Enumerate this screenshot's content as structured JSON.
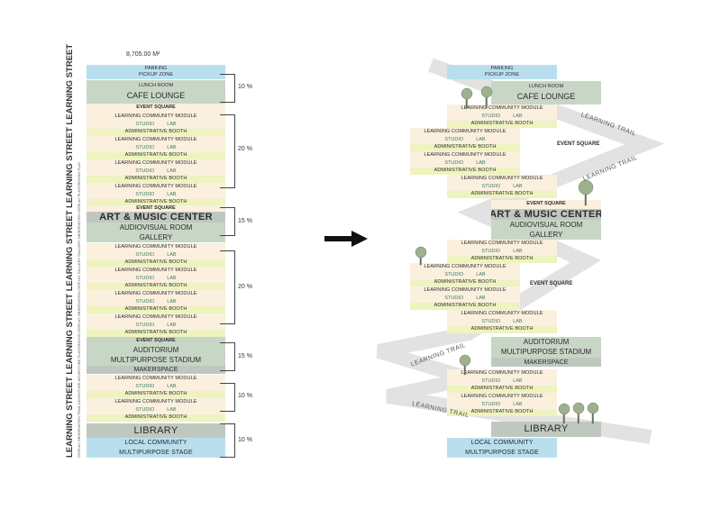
{
  "area_label": "8,705.00 M²",
  "side_labels": {
    "big": "LEARNING STREET LEARNING STREET LEARNING STREET LEARNING STREET LEARNING STREET",
    "small": "DISPLAY OBSERVATION TRAIL ADVENTURE ADVENTURE PLAYGROUND DISPLAY OBSERVATION DISPLAY GALLERY GALLERY OBSERVATION DISPLAY PLAYGROUND PLAY"
  },
  "left_blocks": [
    {
      "text": "PARKING",
      "sub": "PICKUP ZONE"
    },
    {
      "text": "LUNCH ROOM",
      "sub": "CAFE LOUNGE"
    },
    {
      "text": "EVENT SQUARE"
    },
    {
      "text": "LEARNING COMMUNITY MODULE"
    },
    {
      "studio": "STUDIO",
      "lab": "LAB"
    },
    {
      "text": "ADMINISTRATIVE BOOTH"
    },
    {
      "text": "ART & MUSIC CENTER"
    },
    {
      "text": "AUDIOVISUAL ROOM"
    },
    {
      "text": "GALLERY"
    },
    {
      "text": "AUDITORIUM"
    },
    {
      "text": "MULTIPURPOSE STADIUM"
    },
    {
      "text": "MAKERSPACE"
    },
    {
      "text": "LIBRARY"
    },
    {
      "text": "LOCAL COMMUNITY"
    },
    {
      "text": "MULTIPURPOSE STAGE"
    }
  ],
  "percentages": [
    "10 %",
    "20 %",
    "15 %",
    "20 %",
    "15 %",
    "10 %",
    "10 %"
  ],
  "right_labels": {
    "learning_trail": "LEARNING TRAIL",
    "event_square": "EVENT SQUARE"
  },
  "colors": {
    "blue": "#b9dfef",
    "green": "#c8d6c6",
    "cream": "#fbf0de",
    "yellow": "#eef3c0",
    "trail": "#e2e2e2"
  }
}
